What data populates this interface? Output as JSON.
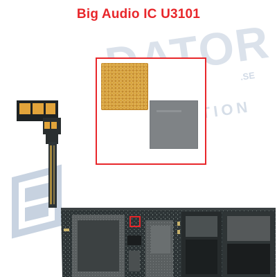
{
  "title": "Big Audio IC U3101",
  "watermark": {
    "brand": "DATOR",
    "sub": "REPARATION",
    "domain_suffix": ".SE"
  },
  "colors": {
    "title": "#e8262a",
    "highlight": "#e8262a",
    "watermark": "#9aaec8",
    "pcb_dark": "#2d3436",
    "pcb_flex": "#e2a43a",
    "bga_gold": "#d9a43c",
    "chip_gray": "#7f8386"
  }
}
